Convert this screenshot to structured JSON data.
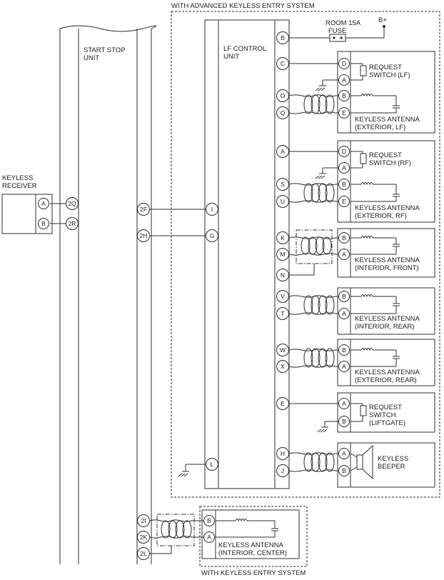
{
  "labels": {
    "with_advanced": "WITH ADVANCED KEYLESS ENTRY SYSTEM",
    "with_keyless": "WITH KEYLESS ENTRY SYSTEM",
    "start_stop_1": "START STOP",
    "start_stop_2": "UNIT",
    "lf_1": "LF CONTROL",
    "lf_2": "UNIT",
    "receiver_1": "KEYLESS",
    "receiver_2": "RECEIVER",
    "fuse_1": "ROOM 15A",
    "fuse_2": "FUSE",
    "bplus": "B+"
  },
  "receiver_pins": [
    "A",
    "B"
  ],
  "ssu_left_pins": [
    "2Q",
    "2R"
  ],
  "ssu_right_pins": [
    "2F",
    "2H"
  ],
  "ssu_bottom_pins": [
    "2I",
    "2K",
    "2L"
  ],
  "lf_left_pins": [
    "I",
    "G",
    "L"
  ],
  "lf_right_pins": [
    "B",
    "C",
    "O",
    "Q",
    "A",
    "S",
    "U",
    "K",
    "M",
    "N",
    "V",
    "T",
    "W",
    "X",
    "E",
    "H",
    "J"
  ],
  "components": [
    {
      "pins": [
        "D",
        "A"
      ],
      "lines": [
        "REQUEST",
        "SWITCH (LF)"
      ],
      "lines2": [
        "KEYLESS ANTENNA",
        "(EXTERIOR, LF)"
      ],
      "pins2": [
        "B",
        "E"
      ]
    },
    {
      "pins": [
        "D",
        "A"
      ],
      "lines": [
        "REQUEST",
        "SWITCH (RF)"
      ],
      "lines2": [
        "KEYLESS ANTENNA",
        "(EXTERIOR, RF)"
      ],
      "pins2": [
        "B",
        "E"
      ]
    },
    {
      "pins": [
        "B",
        "A"
      ],
      "lines": [
        "KEYLESS ANTENNA",
        "(INTERIOR, FRONT)"
      ]
    },
    {
      "pins": [
        "B",
        "A"
      ],
      "lines": [
        "KEYLESS ANTENNA",
        "(INTERIOR, REAR)"
      ]
    },
    {
      "pins": [
        "B",
        "A"
      ],
      "lines": [
        "KEYLESS ANTENNA",
        "(EXTERIOR, REAR)"
      ]
    },
    {
      "pins": [
        "A",
        "B"
      ],
      "lines": [
        "REQUEST",
        "SWITCH",
        "(LIFTGATE)"
      ]
    },
    {
      "pins": [
        "A",
        "B"
      ],
      "lines": [
        "KEYLESS",
        "BEEPER"
      ]
    },
    {
      "pins": [
        "B",
        "A"
      ],
      "lines": [
        "KEYLESS ANTENNA",
        "(INTERIOR, CENTER)"
      ]
    }
  ]
}
